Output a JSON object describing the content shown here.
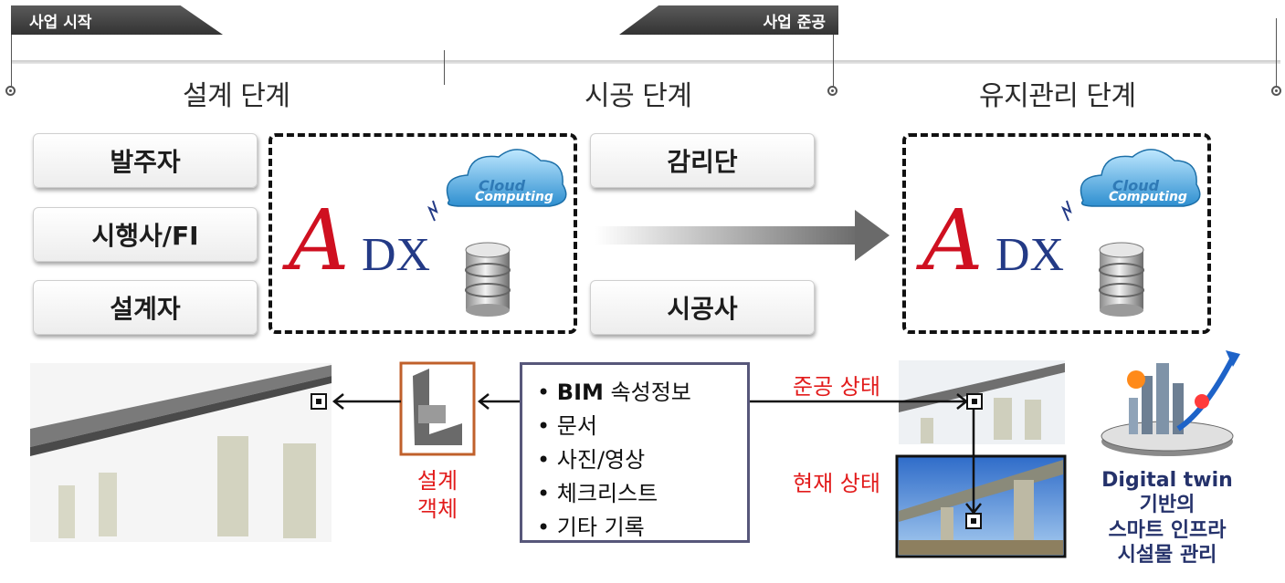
{
  "timeline": {
    "start_label": "사업 시작",
    "completion_label": "사업 준공"
  },
  "phases": [
    "설계 단계",
    "시공 단계",
    "유지관리 단계"
  ],
  "design_roles": [
    "발주자",
    "시행사/FI",
    "설계자"
  ],
  "construction_roles": [
    "감리단",
    "시공사"
  ],
  "adx": {
    "a_letter": "A",
    "dx_text": "DX",
    "cloud_word1": "Cloud",
    "cloud_word2": "Computing"
  },
  "info_items": [
    "BIM",
    "속성정보",
    "문서",
    "사진/영상",
    "체크리스트",
    "기타 기록"
  ],
  "design_object_label": [
    "설계",
    "객체"
  ],
  "state_labels": {
    "as_built": "준공 상태",
    "current": "현재 상태"
  },
  "digital_twin_caption": [
    "Digital twin",
    "기반의",
    "스마트 인프라",
    "시설물 관리"
  ],
  "colors": {
    "accent_red": "#e21b1b",
    "adx_red": "#cf1020",
    "adx_blue": "#233a86",
    "caption_blue": "#25326b"
  }
}
